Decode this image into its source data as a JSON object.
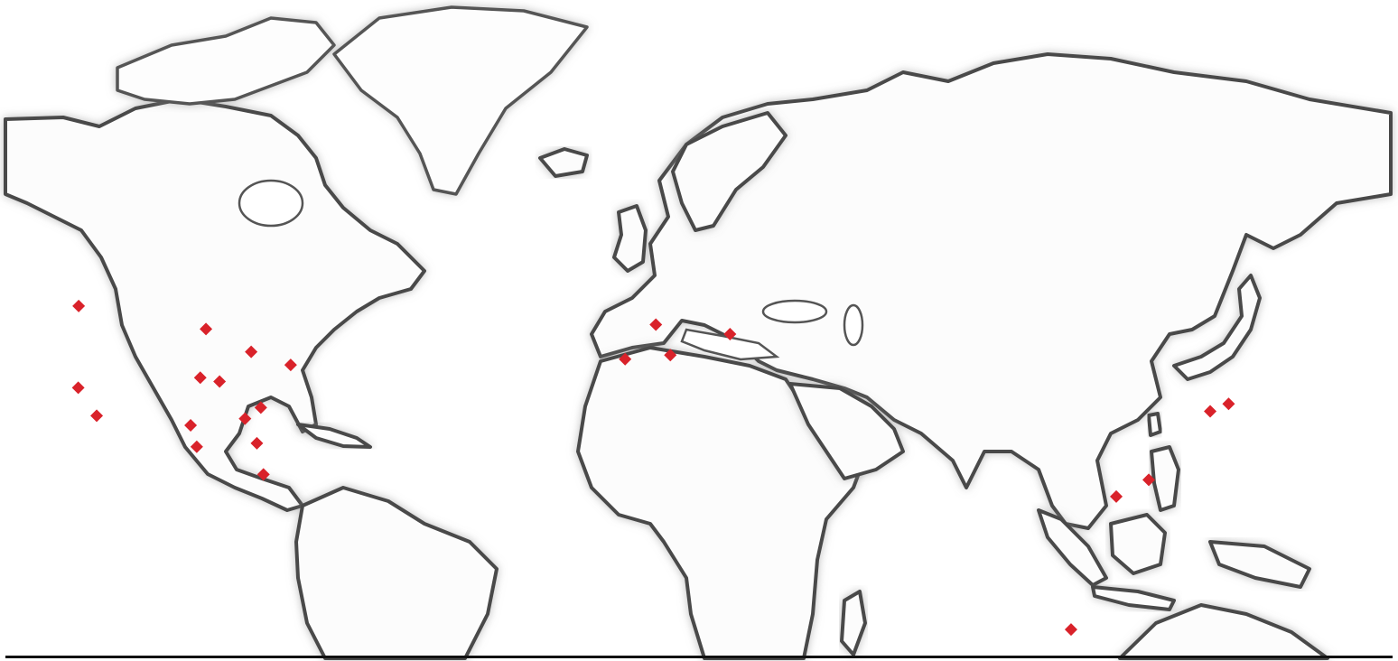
{
  "map": {
    "style": "grayscale world map with soft shadowed coastlines",
    "land_color": "#fcfcfc",
    "coast_color": "#4a4a4a",
    "marker_color": "#d9222a",
    "marker_shape": "diamond",
    "markers": [
      {
        "id": "seattle",
        "lon": -122.3,
        "lat": 47.6
      },
      {
        "id": "san-francisco",
        "lon": -122.4,
        "lat": 37.8
      },
      {
        "id": "los-angeles",
        "lon": -118.2,
        "lat": 34.1
      },
      {
        "id": "minneapolis",
        "lon": -93.3,
        "lat": 45.0
      },
      {
        "id": "detroit",
        "lon": -83.0,
        "lat": 42.3
      },
      {
        "id": "new-york",
        "lon": -74.0,
        "lat": 40.7
      },
      {
        "id": "kansas-city",
        "lon": -94.6,
        "lat": 39.1
      },
      {
        "id": "st-louis",
        "lon": -90.2,
        "lat": 38.6
      },
      {
        "id": "dallas",
        "lon": -96.8,
        "lat": 32.8
      },
      {
        "id": "atlanta",
        "lon": -84.4,
        "lat": 33.7
      },
      {
        "id": "charlotte",
        "lon": -80.8,
        "lat": 35.2
      },
      {
        "id": "houston",
        "lon": -95.4,
        "lat": 29.8
      },
      {
        "id": "jacksonville",
        "lon": -81.7,
        "lat": 30.3
      },
      {
        "id": "miami",
        "lon": -80.2,
        "lat": 25.8
      },
      {
        "id": "barcelona",
        "lon": 2.2,
        "lat": 41.4
      },
      {
        "id": "milan",
        "lon": 9.2,
        "lat": 45.5
      },
      {
        "id": "rome",
        "lon": 12.5,
        "lat": 41.9
      },
      {
        "id": "bucharest",
        "lon": 26.1,
        "lat": 44.4
      },
      {
        "id": "shenzhen",
        "lon": 114.1,
        "lat": 22.5
      },
      {
        "id": "taipei",
        "lon": 121.5,
        "lat": 25.0
      },
      {
        "id": "osaka",
        "lon": 135.5,
        "lat": 34.7
      },
      {
        "id": "tokyo",
        "lon": 139.7,
        "lat": 35.7
      },
      {
        "id": "singapore",
        "lon": 103.8,
        "lat": 1.35
      }
    ]
  }
}
